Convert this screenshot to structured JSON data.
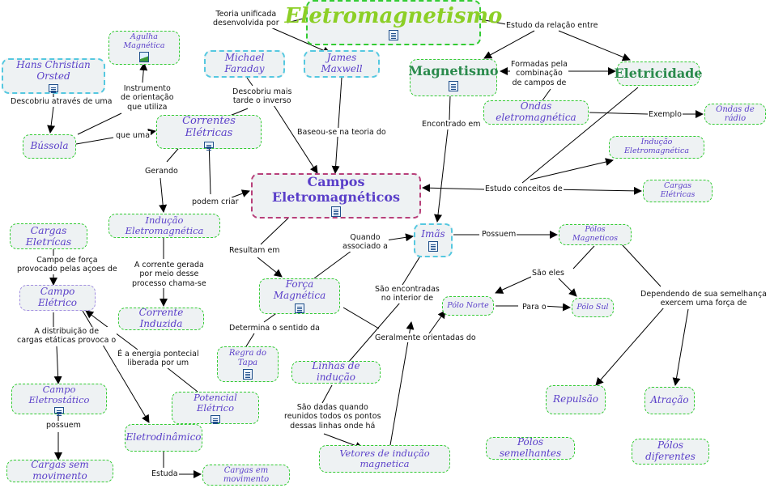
{
  "title": "Eletromagnetismo",
  "nodes": {
    "eletromagnetismo": "Eletromagnetismo",
    "magnetismo": "Magnetismo",
    "eletricidade": "Eletricidade",
    "hans": "Hans Christian Orsted",
    "agulha": "Agulha Magnética",
    "faraday": "Michael Faraday",
    "maxwell": "James Maxwell",
    "ondas_eletro": "Ondas eletromagnética",
    "ondas_radio": "Ondas de rádio",
    "bussola": "Bússola",
    "correntes": "Correntes Elétricas",
    "inducao_eletro_r": "Indução Eletromagnética",
    "campos": "Campos Eletromagnéticos",
    "cargas_r": "Cargas Elétricas",
    "imas": "Imãs",
    "polos_mag": "Pólos Magneticos",
    "inducao_eletro_l": "Indução Eletromagnética",
    "cargas_l": "Cargas Eletrícas",
    "corrente_induzida": "Corrente Induzida",
    "forca_mag": "Força Magnética",
    "campo_eletrico": "Campo Elétrico",
    "polo_norte": "Pólo Norte",
    "polo_sul": "Pólo Sul",
    "regra_tapa": "Regra do Tapa",
    "linhas_inducao": "Linhas de indução",
    "campo_eletrostatico": "Campo Eletrostático",
    "potencial_eletrico": "Potencial Elétrico",
    "repulsao": "Repulsão",
    "atracao": "Atração",
    "eletrodinamico": "Eletrodinâmico",
    "polos_semelhantes": "Pólos semelhantes",
    "polos_diferentes": "Pólos diferentes",
    "vetores": "Vetores de indução magnetica",
    "cargas_sem_mov": "Cargas sem movimento",
    "cargas_em_mov": "Cargas em movimento"
  },
  "links": {
    "teoria": "Teoria unificada\ndesenvolvida por",
    "estudo_relacao": "Estudo da relação entre",
    "formadas": "Formadas pela\ncombinação\nde campos de",
    "exemplo": "Exemplo",
    "descobriu_atraves": "Descobriu através de uma",
    "instrumento": "Instrumento\nde orientação\nque utiliza",
    "descobriu_mais": "Descobriu mais\ntarde o inverso",
    "baseou": "Baseou-se na teoria do",
    "encontrado": "Encontrado em",
    "que_uma": "que uma",
    "gerando": "Gerando",
    "podem_criar": "podem criar",
    "estudo_conceitos": "Estudo conceitos de",
    "possuem": "Possuem",
    "quando_assoc": "Quando\nassociado a",
    "resultam": "Resultam em",
    "a_corrente": "A corrente gerada\npor meio desse\nprocesso chama-se",
    "campo_forca": "Campo de força\nprovocado pelas açoes de",
    "sao_eles": "São eles",
    "sao_encontradas": "São encontradas\nno interior de",
    "dependendo": "Dependendo de sua semelhança\nexercem uma força de",
    "para_o": "Para o",
    "determina": "Determina o sentido da",
    "geralmente": "Geralmente orientadas do",
    "distribuicao": "A distribuição de\ncargas etáticas provoca o",
    "energia": "É a energia pontecial\nliberada por um",
    "possuem_small": "possuem",
    "sao_dadas": "São dadas quando\nreunidos todos os pontos\ndessas linhas onde há",
    "estuda": "Estuda"
  },
  "colors": {
    "node_border": "#33cc33",
    "node_text": "#5a3fc9",
    "title_text": "#8ccf26",
    "bold_green": "#2a8a4c",
    "cyan_border": "#55c8e0",
    "pink_border": "#b8407a"
  }
}
